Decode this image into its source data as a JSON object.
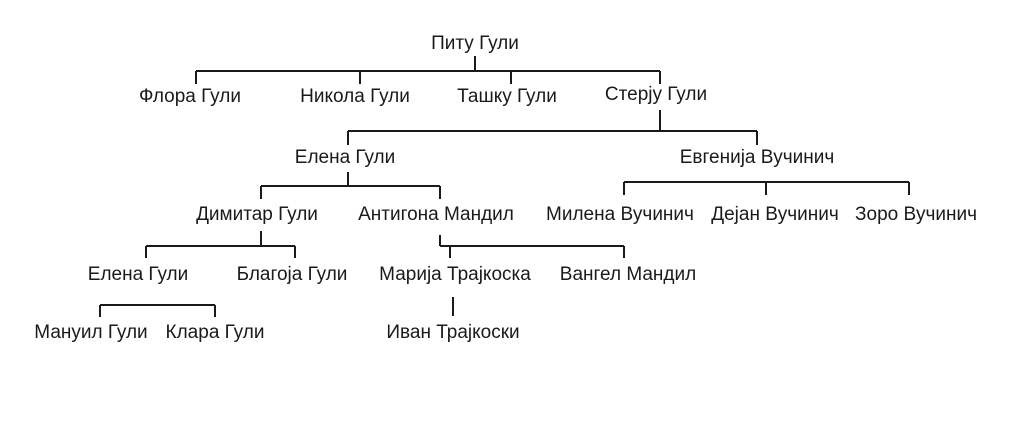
{
  "people": {
    "pitu": "Питу Гули",
    "flora": "Флора Гули",
    "nikola": "Никола Гули",
    "tashku": "Ташку Гули",
    "sterju": "Стерју Гули",
    "elena1": "Елена Гули",
    "evgenija": "Евгенија Вучинич",
    "dimitar": "Димитар Гули",
    "antigona": "Антигона Мандил",
    "milena": "Милена Вучинич",
    "dejan": "Дејан Вучинич",
    "zoro": "Зоро Вучинич",
    "elena2": "Елена Гули",
    "blagoja": "Благоја Гули",
    "marija": "Марија Трајкоска",
    "vangel": "Вангел Мандил",
    "manuil": "Мануил Гули",
    "klara": "Клара Гули",
    "ivan": "Иван Трајкоски"
  }
}
